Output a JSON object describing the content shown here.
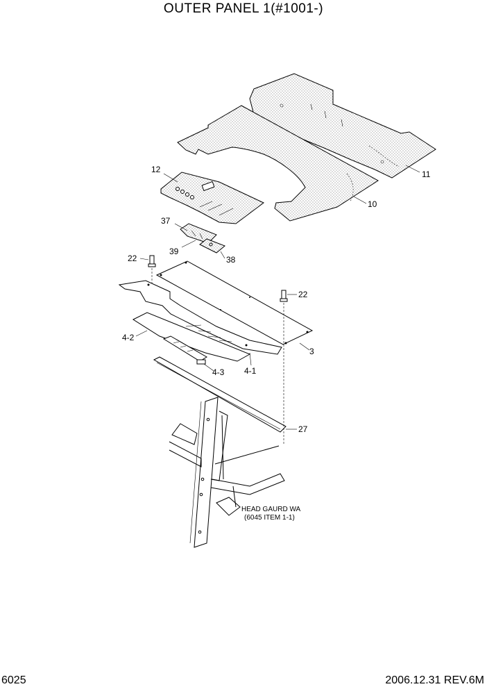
{
  "title": "OUTER PANEL 1(#1001-)",
  "page_number": "6025",
  "revision": "2006.12.31 REV.6M",
  "callouts": [
    {
      "id": "11",
      "text": "11"
    },
    {
      "id": "12",
      "text": "12"
    },
    {
      "id": "10",
      "text": "10"
    },
    {
      "id": "37",
      "text": "37"
    },
    {
      "id": "39",
      "text": "39"
    },
    {
      "id": "38",
      "text": "38"
    },
    {
      "id": "22a",
      "text": "22"
    },
    {
      "id": "22b",
      "text": "22"
    },
    {
      "id": "3",
      "text": "3"
    },
    {
      "id": "4-2",
      "text": "4-2"
    },
    {
      "id": "4-3",
      "text": "4-3"
    },
    {
      "id": "4-1",
      "text": "4-1"
    },
    {
      "id": "27",
      "text": "27"
    }
  ],
  "note": {
    "line1": "HEAD GAURD WA",
    "line2": "(6045 ITEM 1-1)"
  }
}
